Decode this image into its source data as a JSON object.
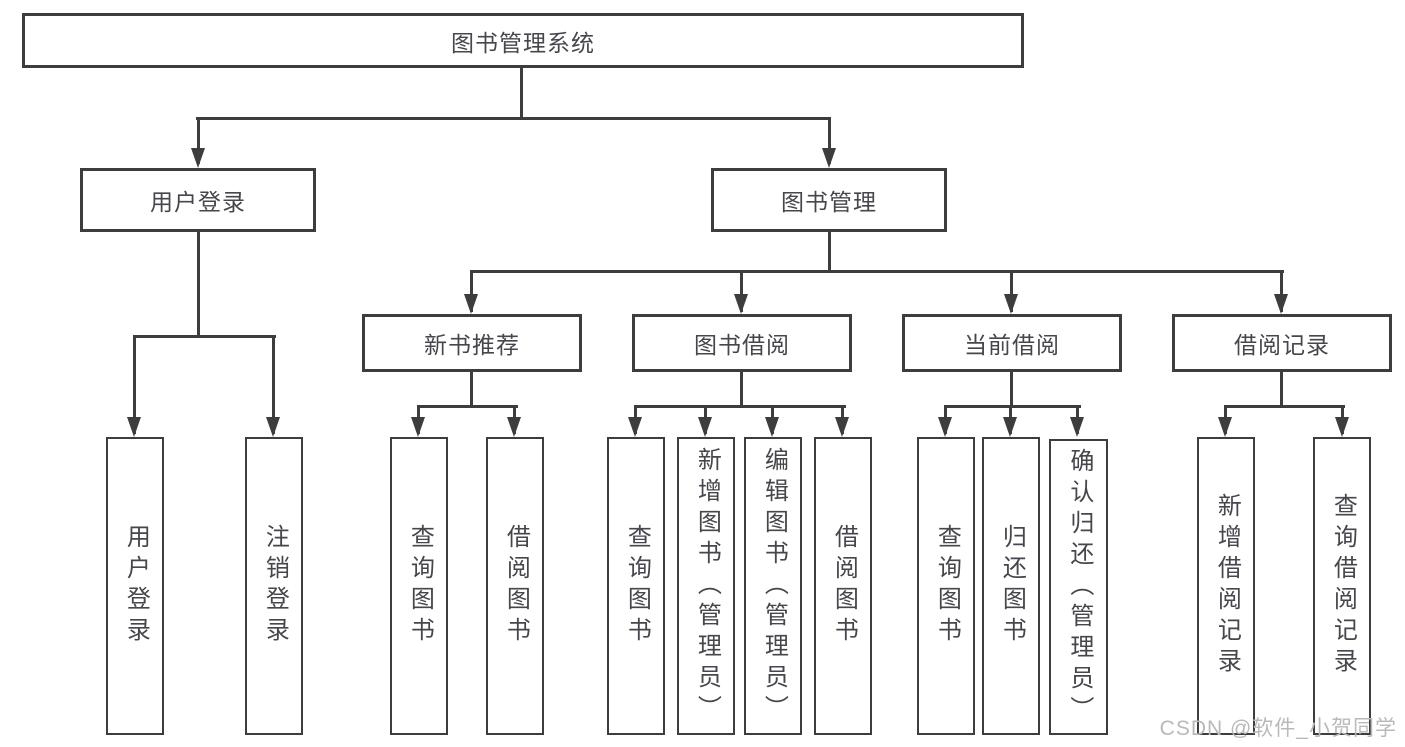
{
  "diagram": {
    "type": "hierarchy-tree",
    "tree": {
      "root": {
        "label": "图书管理系统"
      },
      "branches": [
        {
          "label": "用户登录",
          "children": [
            {
              "label": "用户登录"
            },
            {
              "label": "注销登录"
            }
          ]
        },
        {
          "label": "图书管理",
          "children": [
            {
              "label": "新书推荐",
              "children": [
                {
                  "label": "查询图书"
                },
                {
                  "label": "借阅图书"
                }
              ]
            },
            {
              "label": "图书借阅",
              "children": [
                {
                  "label": "查询图书"
                },
                {
                  "label": "新增图书（管理员）"
                },
                {
                  "label": "编辑图书（管理员）"
                },
                {
                  "label": "借阅图书"
                }
              ]
            },
            {
              "label": "当前借阅",
              "children": [
                {
                  "label": "查询图书"
                },
                {
                  "label": "归还图书"
                },
                {
                  "label": "确认归还（管理员）"
                }
              ]
            },
            {
              "label": "借阅记录",
              "children": [
                {
                  "label": "新增借阅记录"
                },
                {
                  "label": "查询借阅记录"
                }
              ]
            }
          ]
        }
      ]
    },
    "colors": {
      "line": "#3d3d3d",
      "box_border": "#3d3d3d",
      "box_fill": "#ffffff",
      "text": "#46464c",
      "background": "#ffffff",
      "watermark": "#b9b9b9"
    }
  },
  "watermark": {
    "text": "CSDN @软件_小贺同学"
  }
}
